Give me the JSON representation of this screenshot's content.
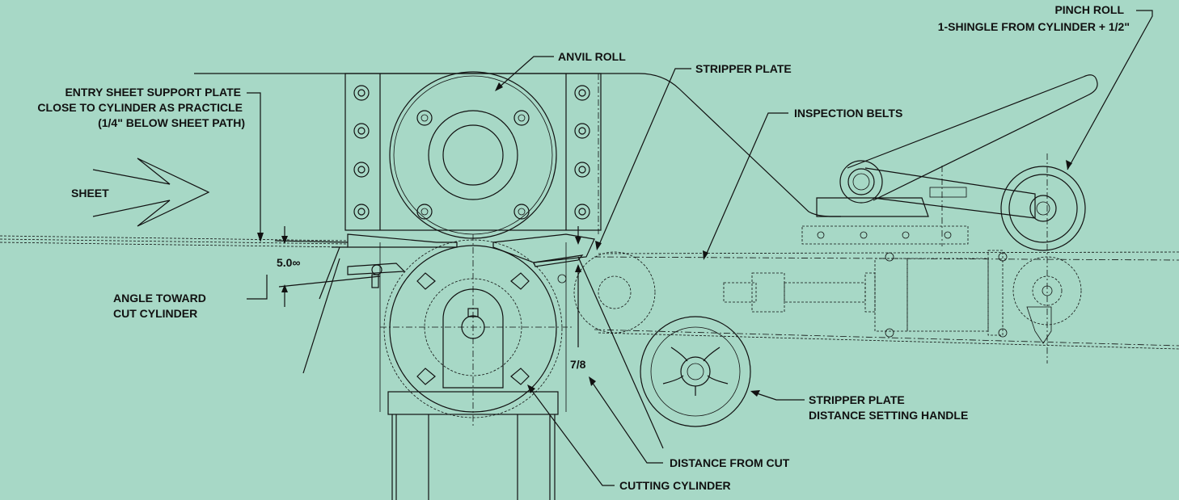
{
  "labels": {
    "pinch_roll": "PINCH ROLL",
    "pinch_roll_note": "1-SHINGLE FROM CYLINDER + 1/2\"",
    "anvil_roll": "ANVIL ROLL",
    "stripper_plate": "STRIPPER PLATE",
    "entry_plate_1": "ENTRY SHEET SUPPORT PLATE",
    "entry_plate_2": "CLOSE TO CYLINDER AS PRACTICLE",
    "entry_plate_3": "(1/4\" BELOW SHEET PATH)",
    "inspection_belts": "INSPECTION BELTS",
    "sheet": "SHEET",
    "angle_value": "5.0∞",
    "angle_toward_1": "ANGLE TOWARD",
    "angle_toward_2": "CUT CYLINDER",
    "seven_eighths": "7/8",
    "handle_1": "STRIPPER PLATE",
    "handle_2": "DISTANCE SETTING HANDLE",
    "distance_from_cut": "DISTANCE FROM CUT",
    "cutting_cylinder": "CUTTING CYLINDER"
  },
  "colors": {
    "background": "#a7d8c6",
    "ink": "#111111"
  }
}
